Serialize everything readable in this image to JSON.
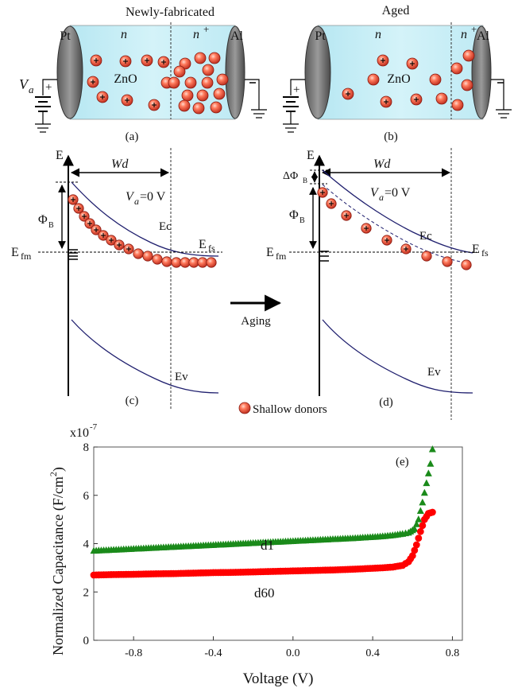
{
  "device_a": {
    "title": "Newly-fabricated",
    "metal_left": "Pt",
    "metal_right": "Al",
    "n_label": "n",
    "nplus_label": "n",
    "nplus_sup": "+",
    "material": "ZnO",
    "voltage_label": "V",
    "voltage_sub": "a",
    "plus_sign": "+",
    "caption": "(a)"
  },
  "device_b": {
    "title": "Aged",
    "metal_left": "Pt",
    "metal_right": "Al",
    "n_label": "n",
    "nplus_label": "n",
    "nplus_sup": "+",
    "material": "ZnO",
    "plus_sign": "+",
    "minus_sign": "-",
    "caption": "(b)"
  },
  "band_c": {
    "e_label": "E",
    "wd_label": "Wd",
    "phi_label": "Φ",
    "phi_sub": "B",
    "va_label": "V",
    "va_sub": "a",
    "va_value": "=0 V",
    "ec_label": "Ec",
    "efs_label": "E",
    "efs_sub": "fs",
    "efm_label": "E",
    "efm_sub": "fm",
    "ev_label": "Ev",
    "caption": "(c)"
  },
  "band_d": {
    "e_label": "E",
    "wd_label": "Wd",
    "dphi_label": "ΔΦ",
    "dphi_sub": "B",
    "phi_label": "Φ",
    "phi_sub": "B",
    "va_label": "V",
    "va_sub": "a",
    "va_value": "=0 V",
    "ec_label": "Ec",
    "efs_label": "E",
    "efs_sub": "fs",
    "efm_label": "E",
    "efm_sub": "fm",
    "ev_label": "Ev",
    "caption": "(d)"
  },
  "aging_label": "Aging",
  "legend_label": "Shallow donors",
  "colors": {
    "donor": "#e0402e",
    "band": "#1f1f6e",
    "zno_fill": "#c9eef6",
    "electrode": "#707070",
    "d1": "#1a8a1a",
    "d60": "#ff0000"
  },
  "chart_data": {
    "type": "scatter",
    "panel_label": "(e)",
    "xlabel": "Voltage (V)",
    "ylabel": "Normalized Capacitance  (F/cm",
    "ylabel_sup": "2",
    "ylabel_close": ")",
    "scale_label": "x10",
    "scale_exp": "-7",
    "xlim": [
      -1.0,
      0.85
    ],
    "ylim": [
      0,
      8
    ],
    "xticks": [
      "-0.8",
      "-0.4",
      "0.0",
      "0.4",
      "0.8"
    ],
    "yticks": [
      "0",
      "2",
      "4",
      "6",
      "8"
    ],
    "series": [
      {
        "name": "d1",
        "marker": "triangle",
        "color": "#1a8a1a",
        "x": [
          -1.0,
          -0.9,
          -0.8,
          -0.7,
          -0.6,
          -0.5,
          -0.4,
          -0.3,
          -0.2,
          -0.1,
          0.0,
          0.1,
          0.2,
          0.3,
          0.4,
          0.45,
          0.5,
          0.55,
          0.58,
          0.61,
          0.63,
          0.65,
          0.67,
          0.69,
          0.7
        ],
        "values": [
          3.7,
          3.74,
          3.78,
          3.82,
          3.86,
          3.9,
          3.94,
          3.98,
          4.02,
          4.06,
          4.1,
          4.14,
          4.18,
          4.22,
          4.27,
          4.3,
          4.34,
          4.4,
          4.45,
          4.6,
          5.0,
          5.7,
          6.5,
          7.3,
          7.9
        ]
      },
      {
        "name": "d60",
        "marker": "circle",
        "color": "#ff0000",
        "x": [
          -1.0,
          -0.9,
          -0.8,
          -0.7,
          -0.6,
          -0.5,
          -0.4,
          -0.3,
          -0.2,
          -0.1,
          0.0,
          0.1,
          0.2,
          0.3,
          0.4,
          0.45,
          0.5,
          0.55,
          0.58,
          0.6,
          0.62,
          0.64,
          0.66,
          0.68,
          0.7
        ],
        "values": [
          2.7,
          2.72,
          2.73,
          2.75,
          2.76,
          2.78,
          2.8,
          2.81,
          2.83,
          2.85,
          2.87,
          2.89,
          2.91,
          2.94,
          2.98,
          3.0,
          3.03,
          3.1,
          3.25,
          3.5,
          3.95,
          4.5,
          5.0,
          5.25,
          5.3
        ]
      }
    ]
  }
}
